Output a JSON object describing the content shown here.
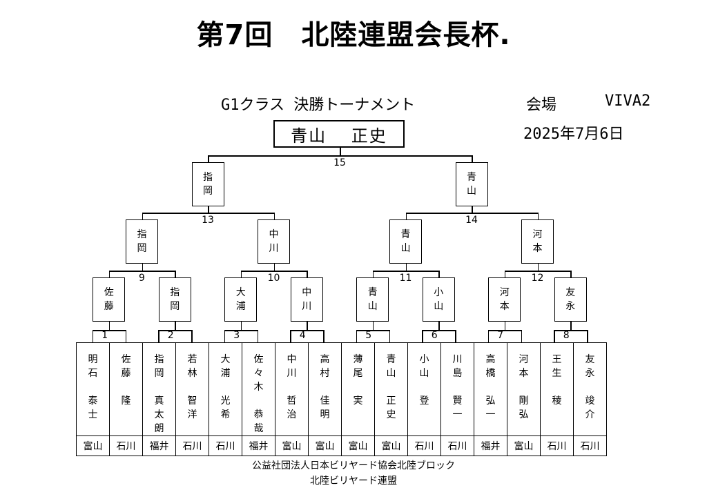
{
  "title": "第7回　北陸連盟会長杯.",
  "header": {
    "class_title": "G1クラス 決勝トーナメント",
    "venue_label": "会場",
    "venue_name": "VIVA2",
    "date": "2025年7月6日"
  },
  "champion": "青山　 正史",
  "finalists": {
    "left": "指岡",
    "right": "青山"
  },
  "semifinalists": [
    "指岡",
    "中川",
    "青山",
    "河本"
  ],
  "quarterfinalists": [
    "佐藤",
    "指岡",
    "大浦",
    "中川",
    "青山",
    "小山",
    "河本",
    "友永"
  ],
  "match_numbers": {
    "r1": [
      "1",
      "2",
      "3",
      "4",
      "5",
      "6",
      "7",
      "8"
    ],
    "qf": [
      "9",
      "10",
      "11",
      "12"
    ],
    "sf": [
      "13",
      "14"
    ],
    "final": "15"
  },
  "players": [
    {
      "family": "明石",
      "given": "泰士",
      "pref": "富山"
    },
    {
      "family": "佐藤",
      "given": "隆",
      "pref": "石川"
    },
    {
      "family": "指岡",
      "given": "真太朗",
      "pref": "福井"
    },
    {
      "family": "若林",
      "given": "智洋",
      "pref": "石川"
    },
    {
      "family": "大浦",
      "given": "光希",
      "pref": "石川"
    },
    {
      "family": "佐々木",
      "given": "恭哉",
      "pref": "福井"
    },
    {
      "family": "中川",
      "given": "哲治",
      "pref": "富山"
    },
    {
      "family": "高村",
      "given": "佳明",
      "pref": "富山"
    },
    {
      "family": "薄尾",
      "given": "実",
      "pref": "富山"
    },
    {
      "family": "青山",
      "given": "正史",
      "pref": "富山"
    },
    {
      "family": "小山",
      "given": "登",
      "pref": "石川"
    },
    {
      "family": "川島",
      "given": "賢一",
      "pref": "石川"
    },
    {
      "family": "高橋",
      "given": "弘一",
      "pref": "福井"
    },
    {
      "family": "河本",
      "given": "剛弘",
      "pref": "富山"
    },
    {
      "family": "王生",
      "given": "稜",
      "pref": "石川"
    },
    {
      "family": "友永",
      "given": "竣介",
      "pref": "石川"
    }
  ],
  "footer": {
    "line1": "公益社団法人日本ビリヤード協会北陸ブロック",
    "line2": "北陸ビリヤード連盟"
  }
}
